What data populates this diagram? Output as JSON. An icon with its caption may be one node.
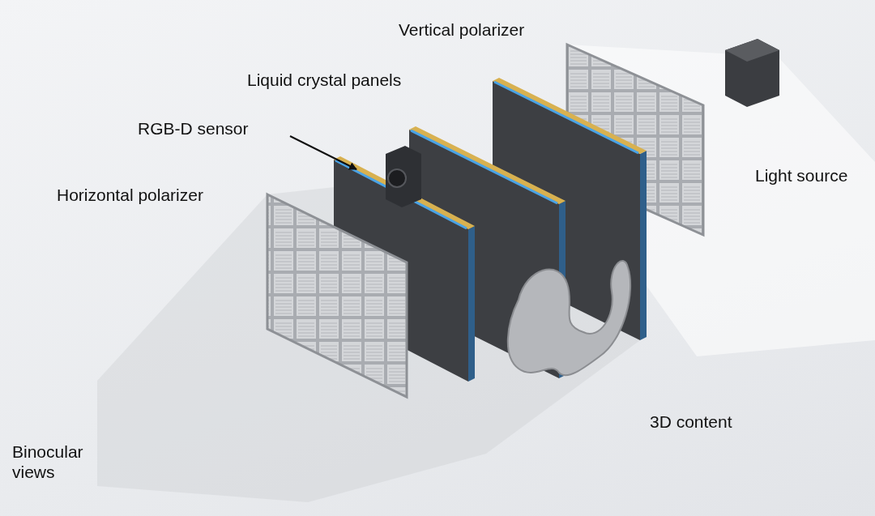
{
  "diagram": {
    "nodes": [
      {
        "text": [
          "RGB-D sensor"
        ]
      },
      {
        "text": [],
        "shape": "picture"
      }
    ],
    "edges": [
      {
        "from": 0,
        "to": 1,
        "arrow": "to"
      }
    ],
    "labels": [
      "Vertical polarizer",
      "Liquid crystal panels",
      "Horizontal polarizer",
      "Light source",
      "3D content",
      "Binocular views"
    ]
  }
}
